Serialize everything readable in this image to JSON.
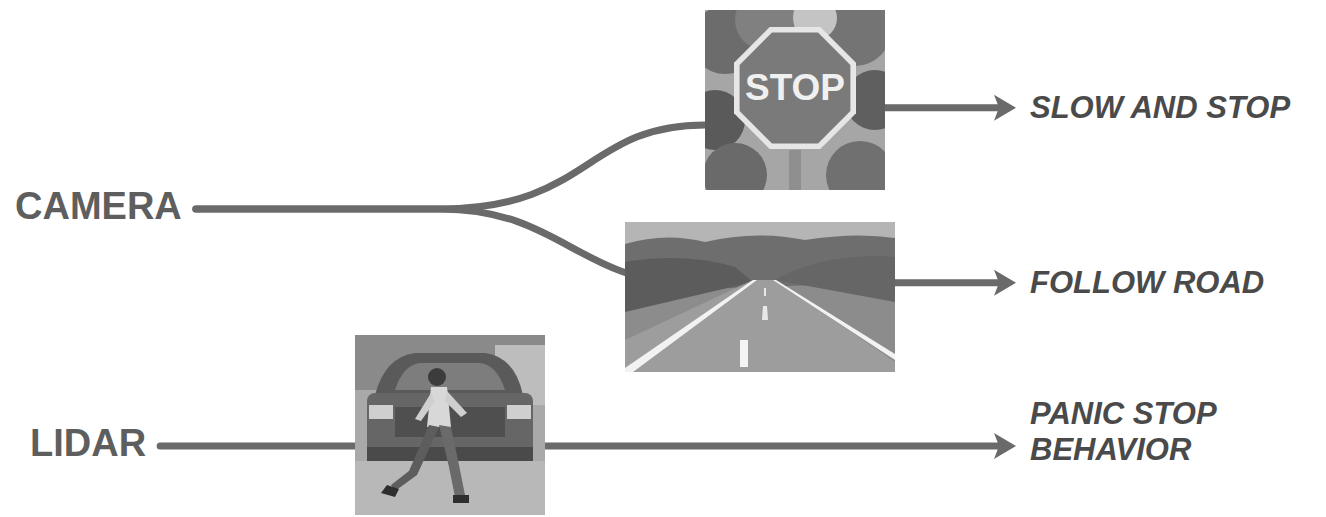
{
  "diagram": {
    "nodes": [
      {
        "text": [
          "CAMERA"
        ]
      },
      {
        "text": [
          "STOP"
        ]
      },
      {
        "text": [
          "SLOW AND STOP"
        ]
      },
      {
        "text": [
          "FOLLOW ROAD"
        ]
      },
      {
        "text": [
          "LIDAR"
        ]
      },
      {
        "text": [
          "PANIC STOP BEHAVIOR"
        ]
      }
    ],
    "edges": [
      {
        "from": 0,
        "to": 1,
        "arrow": "none"
      },
      {
        "from": 1,
        "to": 2,
        "arrow": "to"
      },
      {
        "from": 0,
        "to": 3,
        "arrow": "to"
      },
      {
        "from": 4,
        "to": 5,
        "arrow": "to"
      }
    ]
  }
}
